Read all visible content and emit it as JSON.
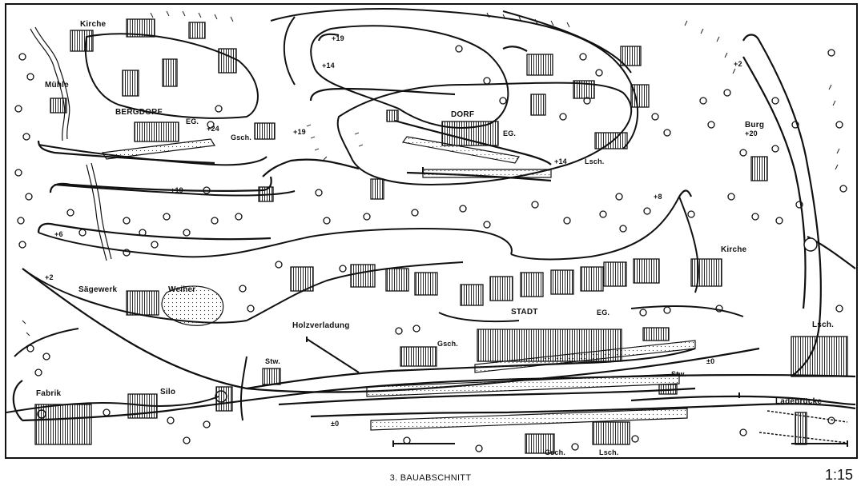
{
  "plan": {
    "caption": "3. BAUABSCHNITT",
    "scale": "1:15"
  },
  "labels": {
    "kirche_top": "Kirche",
    "muehle": "Mühle",
    "bergdorf": "BERGDORF",
    "bergdorf_eg": "EG.",
    "bergdorf_height": "+24",
    "bergdorf_gsch": "Gsch.",
    "height_19_top": "+19",
    "height_14_top": "+14",
    "height_19_mid": "+19",
    "dorf": "DORF",
    "dorf_eg": "EG.",
    "dorf_height": "+14",
    "dorf_lsch": "Lsch.",
    "height_2_right": "+2",
    "burg": "Burg",
    "burg_height": "+20",
    "height_19_left": "+19",
    "height_8": "+8",
    "height_6": "+6",
    "height_2_left": "+2",
    "kirche_right": "Kirche",
    "saegewerk": "Sägewerk",
    "weiher": "Weiher",
    "holzverladung": "Holzverladung",
    "stadt": "STADT",
    "stadt_eg": "EG.",
    "stadt_gsch": "Gsch.",
    "stw_left": "Stw.",
    "stw_right": "Stw.",
    "level_0_right": "±0",
    "level_0_left": "±0",
    "lsch_right": "Lsch.",
    "ladebruecke": "Ladebrücke",
    "fabrik": "Fabrik",
    "silo": "Silo",
    "gsch_bottom": "Gsch.",
    "lsch_bottom": "Lsch."
  }
}
